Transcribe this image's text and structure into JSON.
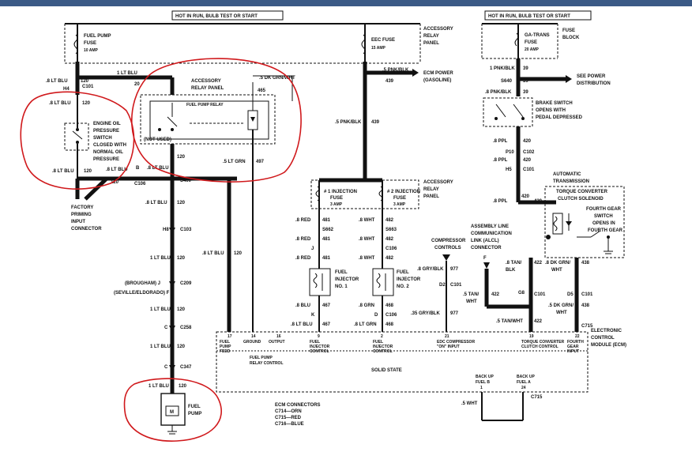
{
  "hot_left": "HOT IN RUN, BULB TEST OR START",
  "hot_right": "HOT IN RUN, BULB TEST OR START",
  "fuel_pump_fuse": [
    "FUEL PUMP",
    "FUSE",
    "10 AMP"
  ],
  "eec_fuse": [
    "EEC FUSE",
    "15 AMP"
  ],
  "acc_relay_panel_top": [
    "ACCESSORY",
    "RELAY",
    "PANEL"
  ],
  "ecm_power": [
    "ECM POWER",
    "(GASOLINE)"
  ],
  "ga_trans_fuse": [
    "GA-TRANS",
    "FUSE",
    "20 AMP"
  ],
  "fuse_block": [
    "FUSE",
    "BLOCK"
  ],
  "see_power": [
    "SEE POWER",
    "DISTRIBUTION"
  ],
  "brake_switch": [
    "BRAKE SWITCH",
    "OPENS WITH",
    "PEDAL DEPRESSED"
  ],
  "auto_trans": [
    "AUTOMATIC",
    "TRANSMISSION"
  ],
  "tcc_solenoid": [
    "TORQUE CONVERTER",
    "CLUTCH SOLENOID"
  ],
  "fourth_gear_switch": [
    "FOURTH GEAR",
    "SWITCH",
    "OPENS IN",
    "FOURTH GEAR"
  ],
  "alcl": [
    "ASSEMBLY LINE",
    "COMMUNICATION",
    "LINK (ALCL)",
    "CONNECTOR"
  ],
  "engine_oil_switch": [
    "ENGINE OIL",
    "PRESSURE",
    "SWITCH",
    "CLOSED WITH",
    "NORMAL OIL",
    "PRESSURE"
  ],
  "factory_priming": [
    "FACTORY",
    "PRIMING",
    "INPUT",
    "CONNECTOR"
  ],
  "acc_relay_panel_mid": [
    "ACCESSORY",
    "RELAY PANEL"
  ],
  "fuel_pump_relay": "FUEL PUMP RELAY",
  "not_used": "(NOT USED)",
  "acc_relay_panel_inj": [
    "ACCESSORY",
    "RELAY",
    "PANEL"
  ],
  "inj_fuse_1": [
    "# 1 INJECTION",
    "FUSE",
    "3 AMP"
  ],
  "inj_fuse_2": [
    "# 2 INJECTION",
    "FUSE",
    "3 AMP"
  ],
  "fuel_injector_1": [
    "FUEL",
    "INJECTOR",
    "NO. 1"
  ],
  "fuel_injector_2": [
    "FUEL",
    "INJECTOR",
    "NO. 2"
  ],
  "compressor_controls": [
    "COMPRESSOR",
    "CONTROLS"
  ],
  "fuel_pump_label": [
    "FUEL",
    "PUMP"
  ],
  "brougham": "(BROUGHAM) J",
  "seville": "(SEVILLE/ELDORADO) F",
  "ecm_label": [
    "ELECTRONIC",
    "CONTROL",
    "MODULE (ECM)"
  ],
  "solid_state": "SOLID STATE",
  "ecm_connectors": [
    "ECM CONNECTORS",
    "C714—ORN",
    "C715—RED",
    "C716—BLUE"
  ],
  "backup_b": [
    "BACK UP",
    "FUEL B",
    "1"
  ],
  "backup_a": [
    "BACK UP",
    "FUEL A",
    "24"
  ],
  "ecm_pins": [
    {
      "num": "17",
      "lines": [
        "FUEL",
        "PUMP",
        "FEED"
      ]
    },
    {
      "num": "14",
      "lines": [
        "GROUND"
      ]
    },
    {
      "num": "16",
      "lines": [
        "OUTPUT"
      ]
    },
    {
      "num": "9",
      "lines": [
        "FUEL",
        "INJECTOR",
        "CONTROL"
      ]
    },
    {
      "num": "2",
      "lines": [
        "FUEL",
        "INJECTOR",
        "CONTROL"
      ]
    },
    {
      "num": "21",
      "lines": [
        "EDC COMPRESSOR",
        "\"ON\" INPUT"
      ]
    },
    {
      "num": "19",
      "lines": [
        "TORQUE CONVERTER",
        "CLUTCH CONTROL"
      ]
    },
    {
      "num": "22",
      "lines": [
        "FOURTH",
        "GEAR",
        "INPUT"
      ]
    }
  ],
  "relay_control": [
    "FUEL PUMP",
    "RELAY CONTROL"
  ],
  "wire_labels": {
    "w120a": ".8 LT BLU",
    "w120b": "120",
    "c101a": "C101",
    "h4": "H4",
    "w1ltblu": "1 LT BLU",
    "w20": "20",
    "w5dkgrn": ".5 DK GRN/WHT",
    "w465": "465",
    "w5pnk": ".5 PNK/BLK",
    "w439": "439",
    "w5pnk2": ".5 PNK/BLK",
    "w439b": "439",
    "w8ltblu_l": ".8 LT BLU",
    "w120c": "120",
    "w8ltblu_l2": ".8 LT BLU",
    "w120d": "120",
    "c106": "C106",
    "b": "B",
    "s400": "S400",
    "w8ltblu_r": ".8 LT BLU",
    "w120e": "120",
    "w5ltgrn": ".5 LT GRN",
    "w497": "497",
    "w8ltblu_m": ".8 LT BLU",
    "w120f": "120",
    "h8": "H8",
    "c103": "C103",
    "w1ltblu_b": "1 LT BLU",
    "w120g": "120",
    "c209": "C209",
    "c258": "C258",
    "c347": "C347",
    "w1ltblu_c": "1 LT BLU",
    "w120h": "120",
    "w1ltblu_d": "1 LT BLU",
    "w120i": "120",
    "w1ltblu_e": "1 LT BLU",
    "w120j": "120",
    "w8ltblu_long": ".8 LT BLU",
    "w120k": "120",
    "w8red": ".8 RED",
    "w481": "481",
    "s662": "S662",
    "w8red2": ".8 RED",
    "w481b": "481",
    "w8red3": ".8 RED",
    "w481c": "481",
    "j": "J",
    "w8wht": ".8 WHT",
    "w482": "482",
    "s663": "S663",
    "w8wht2": ".8 WHT",
    "w482b": "482",
    "c106b": "C106",
    "w8wht3": ".8 WHT",
    "w482c": "482",
    "w8blu": ".8 BLU",
    "w467": "467",
    "k": "K",
    "w8ltblu2": ".8 LT BLU",
    "w467b": "467",
    "w8grn": ".8 GRN",
    "w468": "468",
    "d": "D",
    "c106c": "C106",
    "w8ltgrn": ".8 LT GRN",
    "w468b": "468",
    "w8gry": ".8 GRY/BLK",
    "w977": "977",
    "d2": "D2",
    "c101b": "C101",
    "w35gry": ".35 GRY/BLK",
    "w977b": "977",
    "w1pnk": "1 PNK/BLK",
    "w39": "39",
    "s640": "S640",
    "w39b": "39",
    "w8pnkblk": ".8 PNK/BLK",
    "w39c": "39",
    "w8ppl": ".8 PPL",
    "w420": "420",
    "p10": "P10",
    "c102": "C102",
    "w8ppl2": ".8 PPL",
    "w420b": "420",
    "h5": "H5",
    "c101c": "C101",
    "w8ppl3": ".8 PPL",
    "w420c": "420",
    "w420d": "420",
    "f": "F",
    "w8tanblk": ".8 TAN/",
    "w8tanblk2": "BLK",
    "w422": "422",
    "w8dkgrn": ".8 DK GRN/",
    "w8dkgrn2": "WHT",
    "w438": "438",
    "g8": "G8",
    "c101d": "C101",
    "d5": "D5",
    "c101e": "C101",
    "w5tanwht": ".5 TAN/",
    "w5tanwht2": "WHT",
    "w422b": "422",
    "w5dkgrnwht": ".5 DK GRN/",
    "w5dkgrnwht2": "WHT",
    "w438b": "438",
    "w5tanwht3": ".5 TAN/WHT",
    "w422c": "422",
    "c715": "C715",
    "w5wht": ".5 WHT",
    "c715b": "C715"
  }
}
